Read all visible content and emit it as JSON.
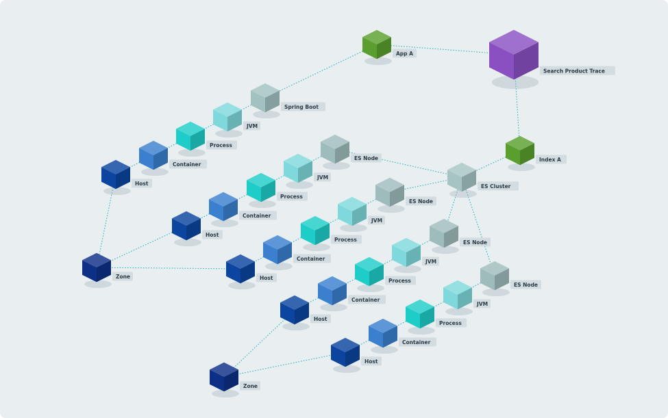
{
  "colors": {
    "background": "#e9eff1",
    "label_background": "#d3dce0",
    "edge": "#2fb5bd",
    "zone": "#0d2f86",
    "host": "#0b45a0",
    "container": "#3a80cf",
    "process": "#1fcdc8",
    "jvm": "#7fd9dc",
    "spring_boot": "#a2c1c1",
    "es_node": "#9fbcbc",
    "es_cluster": "#a6c4c4",
    "app": "#5a9f2e",
    "index": "#5a9f2e",
    "trace": "#8a50c2"
  },
  "nodes": [
    {
      "id": "search-product-trace",
      "label": "Search Product Trace",
      "kind": "trace",
      "icon": "cube-icon"
    },
    {
      "id": "app-a",
      "label": "App A",
      "kind": "app",
      "icon": "cube-icon"
    },
    {
      "id": "index-a",
      "label": "Index A",
      "kind": "index",
      "icon": "cube-icon"
    },
    {
      "id": "es-cluster",
      "label": "ES Cluster",
      "kind": "es_cluster",
      "icon": "cube-icon"
    },
    {
      "id": "spring-boot",
      "label": "Spring Boot",
      "kind": "spring_boot",
      "icon": "cube-icon"
    },
    {
      "id": "jvm-1",
      "label": "JVM",
      "kind": "jvm",
      "icon": "cube-icon"
    },
    {
      "id": "process-1",
      "label": "Process",
      "kind": "process",
      "icon": "cube-icon"
    },
    {
      "id": "container-1",
      "label": "Container",
      "kind": "container",
      "icon": "cube-icon"
    },
    {
      "id": "host-1",
      "label": "Host",
      "kind": "host",
      "icon": "cube-icon"
    },
    {
      "id": "es-node-1",
      "label": "ES Node",
      "kind": "es_node",
      "icon": "cube-icon"
    },
    {
      "id": "jvm-2",
      "label": "JVM",
      "kind": "jvm",
      "icon": "cube-icon"
    },
    {
      "id": "process-2",
      "label": "Process",
      "kind": "process",
      "icon": "cube-icon"
    },
    {
      "id": "container-2",
      "label": "Container",
      "kind": "container",
      "icon": "cube-icon"
    },
    {
      "id": "host-2",
      "label": "Host",
      "kind": "host",
      "icon": "cube-icon"
    },
    {
      "id": "es-node-2",
      "label": "ES Node",
      "kind": "es_node",
      "icon": "cube-icon"
    },
    {
      "id": "jvm-3",
      "label": "JVM",
      "kind": "jvm",
      "icon": "cube-icon"
    },
    {
      "id": "process-3",
      "label": "Process",
      "kind": "process",
      "icon": "cube-icon"
    },
    {
      "id": "container-3",
      "label": "Container",
      "kind": "container",
      "icon": "cube-icon"
    },
    {
      "id": "host-3",
      "label": "Host",
      "kind": "host",
      "icon": "cube-icon"
    },
    {
      "id": "es-node-3",
      "label": "ES Node",
      "kind": "es_node",
      "icon": "cube-icon"
    },
    {
      "id": "jvm-4",
      "label": "JVM",
      "kind": "jvm",
      "icon": "cube-icon"
    },
    {
      "id": "process-4",
      "label": "Process",
      "kind": "process",
      "icon": "cube-icon"
    },
    {
      "id": "container-4",
      "label": "Container",
      "kind": "container",
      "icon": "cube-icon"
    },
    {
      "id": "host-4",
      "label": "Host",
      "kind": "host",
      "icon": "cube-icon"
    },
    {
      "id": "es-node-4",
      "label": "ES Node",
      "kind": "es_node",
      "icon": "cube-icon"
    },
    {
      "id": "jvm-5",
      "label": "JVM",
      "kind": "jvm",
      "icon": "cube-icon"
    },
    {
      "id": "process-5",
      "label": "Process",
      "kind": "process",
      "icon": "cube-icon"
    },
    {
      "id": "container-5",
      "label": "Container",
      "kind": "container",
      "icon": "cube-icon"
    },
    {
      "id": "host-5",
      "label": "Host",
      "kind": "host",
      "icon": "cube-icon"
    },
    {
      "id": "zone-1",
      "label": "Zone",
      "kind": "zone",
      "icon": "cube-icon"
    },
    {
      "id": "zone-2",
      "label": "Zone",
      "kind": "zone",
      "icon": "cube-icon"
    }
  ],
  "edges": [
    [
      "search-product-trace",
      "app-a"
    ],
    [
      "search-product-trace",
      "index-a"
    ],
    [
      "app-a",
      "spring-boot"
    ],
    [
      "spring-boot",
      "jvm-1"
    ],
    [
      "jvm-1",
      "process-1"
    ],
    [
      "process-1",
      "container-1"
    ],
    [
      "container-1",
      "host-1"
    ],
    [
      "host-1",
      "zone-1"
    ],
    [
      "index-a",
      "es-cluster"
    ],
    [
      "es-cluster",
      "es-node-1"
    ],
    [
      "es-cluster",
      "es-node-2"
    ],
    [
      "es-cluster",
      "es-node-3"
    ],
    [
      "es-cluster",
      "es-node-4"
    ],
    [
      "es-node-1",
      "jvm-2"
    ],
    [
      "jvm-2",
      "process-2"
    ],
    [
      "process-2",
      "container-2"
    ],
    [
      "container-2",
      "host-2"
    ],
    [
      "host-2",
      "zone-1"
    ],
    [
      "es-node-2",
      "jvm-3"
    ],
    [
      "jvm-3",
      "process-3"
    ],
    [
      "process-3",
      "container-3"
    ],
    [
      "container-3",
      "host-3"
    ],
    [
      "host-3",
      "zone-1"
    ],
    [
      "es-node-3",
      "jvm-4"
    ],
    [
      "jvm-4",
      "process-4"
    ],
    [
      "process-4",
      "container-4"
    ],
    [
      "container-4",
      "host-4"
    ],
    [
      "host-4",
      "zone-2"
    ],
    [
      "es-node-4",
      "jvm-5"
    ],
    [
      "jvm-5",
      "process-5"
    ],
    [
      "process-5",
      "container-5"
    ],
    [
      "container-5",
      "host-5"
    ],
    [
      "host-5",
      "zone-2"
    ]
  ]
}
